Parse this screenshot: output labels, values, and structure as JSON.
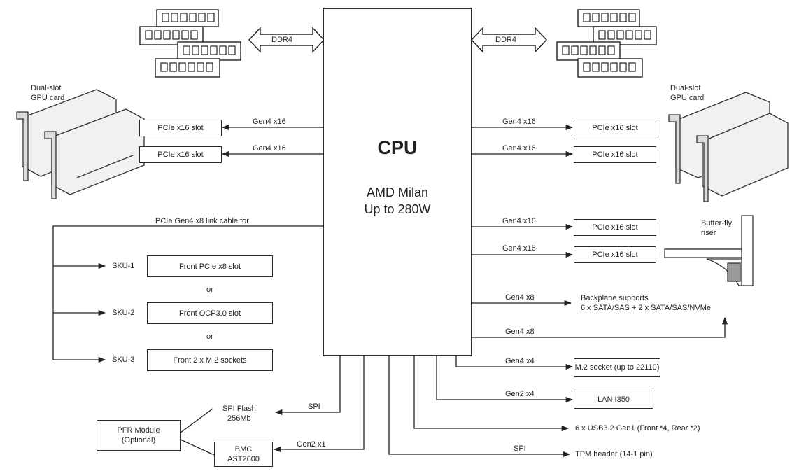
{
  "cpu": {
    "title": "CPU",
    "model": "AMD Milan",
    "power": "Up to 280W"
  },
  "memory": {
    "left_label": "DDR4",
    "right_label": "DDR4"
  },
  "gpu": {
    "left_label": "Dual-slot\nGPU card",
    "right_label": "Dual-slot\nGPU card"
  },
  "riser_label": "Butter-fly\nriser",
  "left_slots": [
    {
      "box": "PCIe x16 slot",
      "link": "Gen4 x16"
    },
    {
      "box": "PCIe x16 slot",
      "link": "Gen4 x16"
    }
  ],
  "right_slots": [
    {
      "box": "PCIe x16 slot",
      "link": "Gen4 x16"
    },
    {
      "box": "PCIe x16 slot",
      "link": "Gen4 x16"
    },
    {
      "box": "PCIe x16 slot",
      "link": "Gen4 x16"
    },
    {
      "box": "PCIe x16 slot",
      "link": "Gen4 x16"
    }
  ],
  "front": {
    "cable_label": "PCIe Gen4 x8 link cable for",
    "skus": [
      {
        "sku": "SKU-1",
        "box": "Front PCIe x8 slot"
      },
      {
        "sku": "SKU-2",
        "box": "Front OCP3.0 slot"
      },
      {
        "sku": "SKU-3",
        "box": "Front 2 x M.2 sockets"
      }
    ],
    "or_label": "or"
  },
  "backplane": {
    "link1": "Gen4 x8",
    "link2": "Gen4 x8",
    "label": "Backplane supports\n6 x SATA/SAS + 2 x SATA/SAS/NVMe"
  },
  "m2": {
    "link": "Gen4 x4",
    "box": "M.2 socket (up to 22110)"
  },
  "lan": {
    "link": "Gen2 x4",
    "box": "LAN I350"
  },
  "usb": {
    "label": "6 x USB3.2 Gen1 (Front *4, Rear *2)"
  },
  "tpm": {
    "link": "SPI",
    "label": "TPM header (14-1 pin)"
  },
  "spi_flash": {
    "link": "SPI",
    "label": "SPI Flash\n256Mb"
  },
  "bmc": {
    "link": "Gen2 x1",
    "box": "BMC\nAST2600"
  },
  "pfr": {
    "box": "PFR Module\n(Optional)"
  }
}
